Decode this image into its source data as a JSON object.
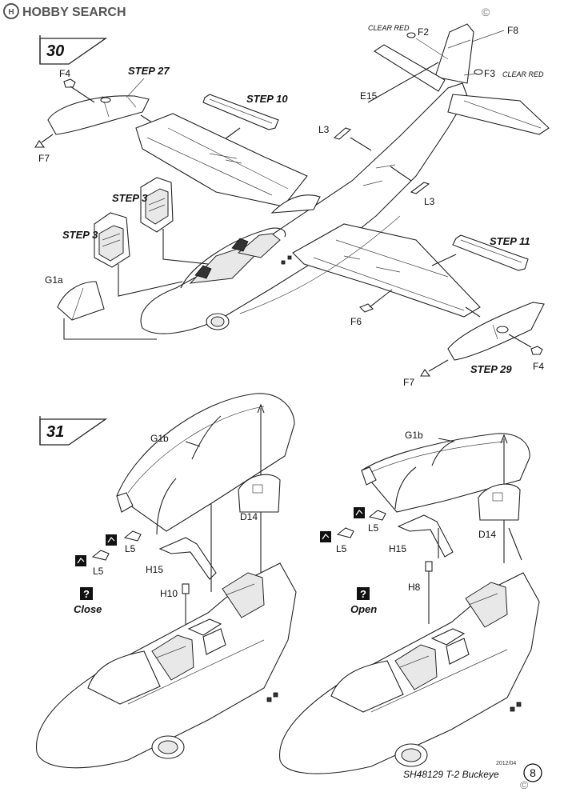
{
  "watermark": {
    "logo": "HOBBY SEARCH",
    "copyright": "©"
  },
  "step30": {
    "number": "30",
    "refs": {
      "step27": "STEP 27",
      "step10": "STEP 10",
      "step3a": "STEP 3",
      "step3b": "STEP 3",
      "step11": "STEP 11",
      "step29": "STEP 29"
    },
    "parts": {
      "f4_top": "F4",
      "f7_top": "F7",
      "g1a": "G1a",
      "f2": "F2",
      "clear_red_f2": "CLEAR RED",
      "f8": "F8",
      "f3": "F3",
      "clear_red_f3": "CLEAR RED",
      "e15": "E15",
      "l3_top": "L3",
      "l3_bottom": "L3",
      "f6": "F6",
      "f7_bottom": "F7",
      "f4_bottom": "F4"
    }
  },
  "step31": {
    "number": "31",
    "left": {
      "g1b": "G1b",
      "d14": "D14",
      "l5_a": "L5",
      "l5_b": "L5",
      "h15": "H15",
      "h10": "H10",
      "state": "Close"
    },
    "right": {
      "g1b": "G1b",
      "d14": "D14",
      "l5_a": "L5",
      "l5_b": "L5",
      "h15": "H15",
      "h8": "H8",
      "state": "Open"
    }
  },
  "footer": {
    "date": "2012/04",
    "product": "SH48129 T-2 Buckeye",
    "page_number": "8"
  }
}
